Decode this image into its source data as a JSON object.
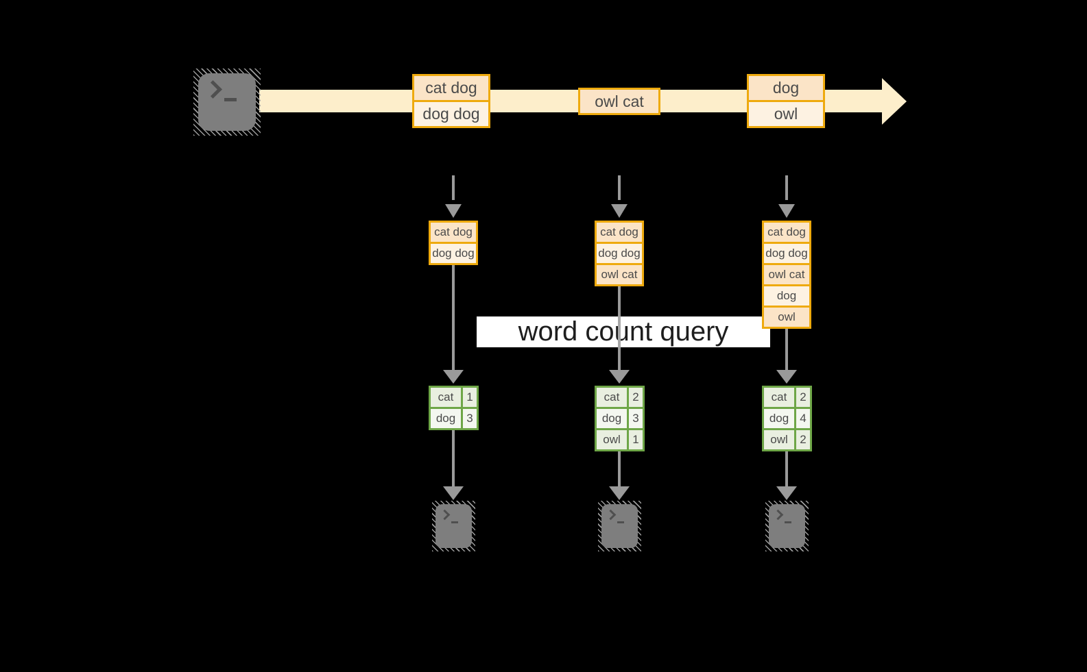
{
  "query_label": "word count query",
  "palette": {
    "canvas_bg": "#000000",
    "stream_band": "#fdeecb",
    "record_border": "#eeaa0e",
    "record_fill_dark": "#fbe4c7",
    "record_fill_light": "#fdf2e2",
    "table_border": "#6ea647",
    "table_fill_dark": "#e9efe0",
    "table_fill_light": "#f4f7f0",
    "arrow": "#9a9a9a",
    "terminal_fill": "#7e7e7e"
  },
  "stream": {
    "batch1": [
      "cat dog",
      "dog dog"
    ],
    "batch2": [
      "owl cat"
    ],
    "batch3": [
      "dog",
      "owl"
    ]
  },
  "columns": [
    {
      "stack": [
        "cat dog",
        "dog dog"
      ],
      "table": [
        {
          "word": "cat",
          "count": "1"
        },
        {
          "word": "dog",
          "count": "3"
        }
      ]
    },
    {
      "stack": [
        "cat dog",
        "dog dog",
        "owl cat"
      ],
      "table": [
        {
          "word": "cat",
          "count": "2"
        },
        {
          "word": "dog",
          "count": "3"
        },
        {
          "word": "owl",
          "count": "1"
        }
      ]
    },
    {
      "stack": [
        "cat dog",
        "dog dog",
        "owl cat",
        "dog",
        "owl"
      ],
      "table": [
        {
          "word": "cat",
          "count": "2"
        },
        {
          "word": "dog",
          "count": "4"
        },
        {
          "word": "owl",
          "count": "2"
        }
      ]
    }
  ],
  "icons": {
    "source": "terminal-icon",
    "sink1": "terminal-icon",
    "sink2": "terminal-icon",
    "sink3": "terminal-icon"
  }
}
